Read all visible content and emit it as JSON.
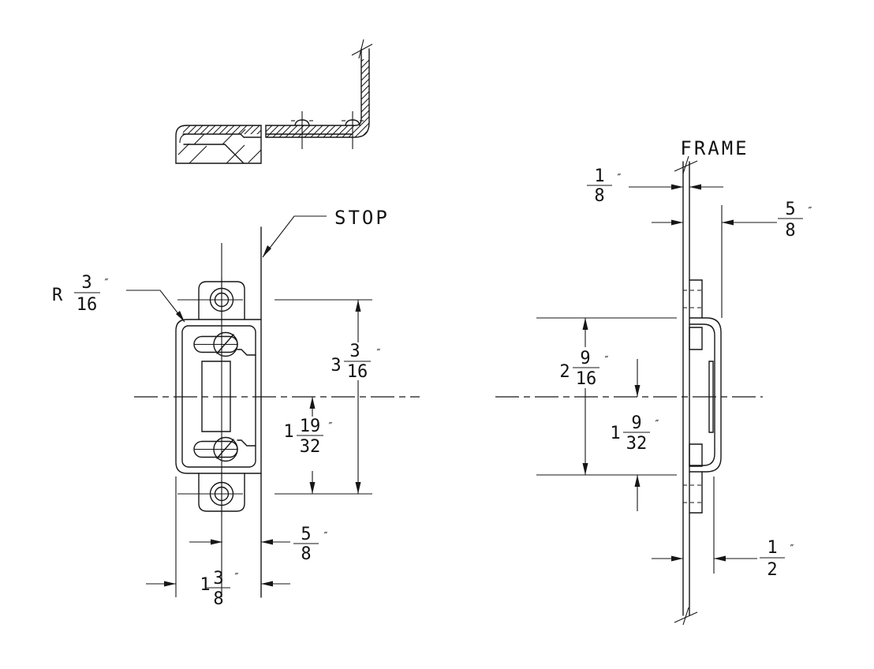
{
  "drawing": {
    "labels": {
      "stop": "STOP",
      "frame": "FRAME",
      "radius_prefix": "R"
    },
    "unit_mark": "″",
    "front_view": {
      "corner_radius": {
        "num": "3",
        "den": "16"
      },
      "overall_height": {
        "whole": "3",
        "num": "3",
        "den": "16"
      },
      "center_to_bottom": {
        "whole": "1",
        "num": "19",
        "den": "32"
      },
      "screw_to_stop": {
        "num": "5",
        "den": "8"
      },
      "edge_to_stop": {
        "whole": "1",
        "num": "3",
        "den": "8"
      }
    },
    "side_view": {
      "frame_thickness": {
        "num": "1",
        "den": "8"
      },
      "stop_to_frame": {
        "num": "5",
        "den": "8"
      },
      "overall_height": {
        "whole": "2",
        "num": "9",
        "den": "16"
      },
      "center_to_bottom": {
        "whole": "1",
        "num": "9",
        "den": "32"
      },
      "projection": {
        "num": "1",
        "den": "2"
      }
    }
  }
}
